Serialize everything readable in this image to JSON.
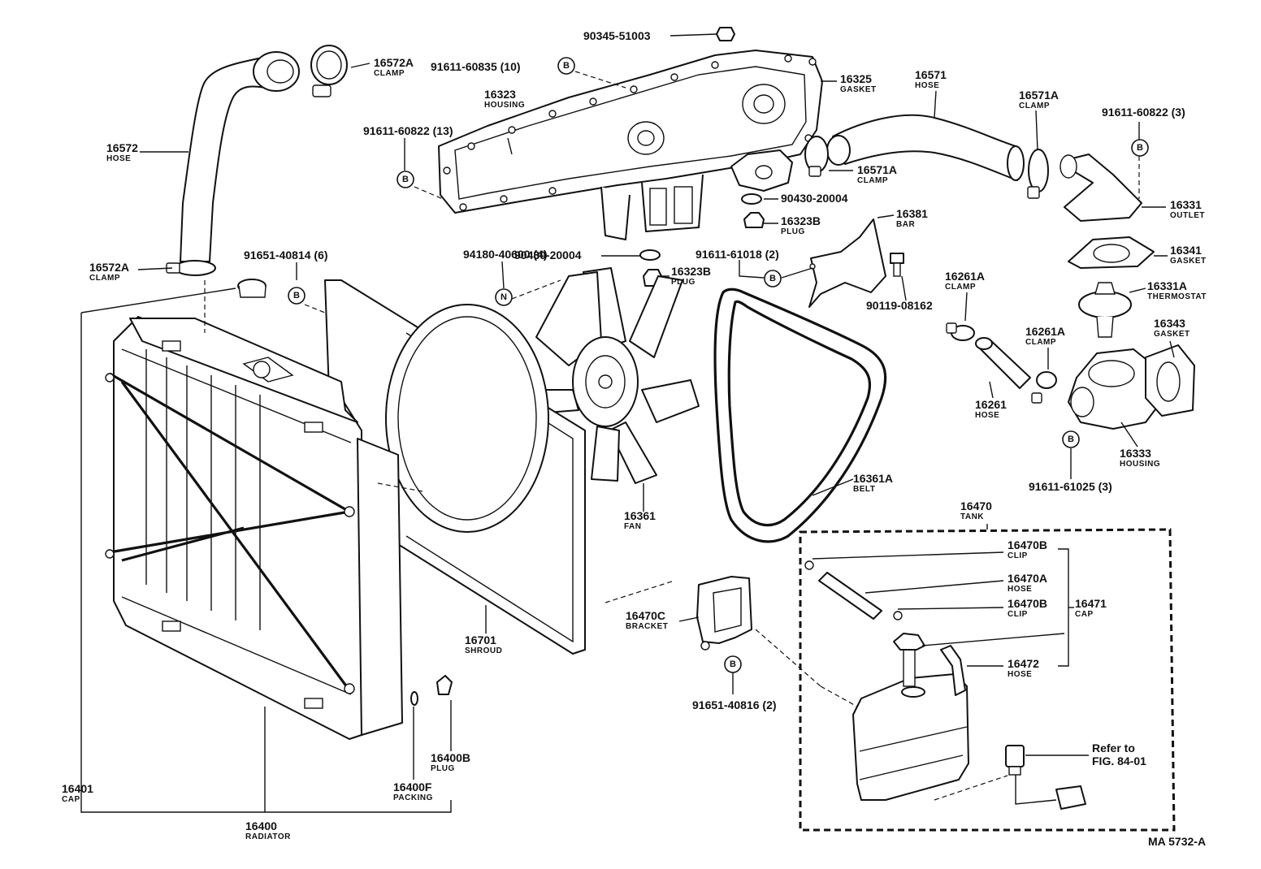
{
  "diagram": {
    "figure_code": "MA 5732-A",
    "reference_note": {
      "line1": "Refer to",
      "line2": "FIG. 84-01"
    },
    "markers": {
      "bolt": "B",
      "nut": "N"
    },
    "callouts": [
      {
        "id": "c_90345",
        "number": "90345-51003",
        "name": ""
      },
      {
        "id": "c_16572A_top",
        "number": "16572A",
        "name": "CLAMP"
      },
      {
        "id": "c_91611_60835",
        "number": "91611-60835 (10)",
        "name": ""
      },
      {
        "id": "c_16325",
        "number": "16325",
        "name": "GASKET"
      },
      {
        "id": "c_16323",
        "number": "16323",
        "name": "HOUSING"
      },
      {
        "id": "c_16571",
        "number": "16571",
        "name": "HOSE"
      },
      {
        "id": "c_16571A_top",
        "number": "16571A",
        "name": "CLAMP"
      },
      {
        "id": "c_91611_60822_3",
        "number": "91611-60822 (3)",
        "name": ""
      },
      {
        "id": "c_16572",
        "number": "16572",
        "name": "HOSE"
      },
      {
        "id": "c_91611_60822_13",
        "number": "91611-60822 (13)",
        "name": ""
      },
      {
        "id": "c_16571A_mid",
        "number": "16571A",
        "name": "CLAMP"
      },
      {
        "id": "c_90430_top",
        "number": "90430-20004",
        "name": ""
      },
      {
        "id": "c_16331",
        "number": "16331",
        "name": "OUTLET"
      },
      {
        "id": "c_16323B_top",
        "number": "16323B",
        "name": "PLUG"
      },
      {
        "id": "c_16381",
        "number": "16381",
        "name": "BAR"
      },
      {
        "id": "c_94180",
        "number": "94180-40600 (4)",
        "name": ""
      },
      {
        "id": "c_16341",
        "number": "16341",
        "name": "GASKET"
      },
      {
        "id": "c_16572A_low",
        "number": "16572A",
        "name": "CLAMP"
      },
      {
        "id": "c_91651_40814",
        "number": "91651-40814 (6)",
        "name": ""
      },
      {
        "id": "c_90430_low",
        "number": "90430-20004",
        "name": ""
      },
      {
        "id": "c_91611_61018",
        "number": "91611-61018 (2)",
        "name": ""
      },
      {
        "id": "c_16323B_low",
        "number": "16323B",
        "name": "PLUG"
      },
      {
        "id": "c_16261A_a",
        "number": "16261A",
        "name": "CLAMP"
      },
      {
        "id": "c_16331A",
        "number": "16331A",
        "name": "THERMOSTAT"
      },
      {
        "id": "c_90119",
        "number": "90119-08162",
        "name": ""
      },
      {
        "id": "c_16343",
        "number": "16343",
        "name": "GASKET"
      },
      {
        "id": "c_16261A_b",
        "number": "16261A",
        "name": "CLAMP"
      },
      {
        "id": "c_16261",
        "number": "16261",
        "name": "HOSE"
      },
      {
        "id": "c_16333",
        "number": "16333",
        "name": "HOUSING"
      },
      {
        "id": "c_91611_61025",
        "number": "91611-61025 (3)",
        "name": ""
      },
      {
        "id": "c_16361A",
        "number": "16361A",
        "name": "BELT"
      },
      {
        "id": "c_16361",
        "number": "16361",
        "name": "FAN"
      },
      {
        "id": "c_16470",
        "number": "16470",
        "name": "TANK"
      },
      {
        "id": "c_16470B_a",
        "number": "16470B",
        "name": "CLIP"
      },
      {
        "id": "c_16470A",
        "number": "16470A",
        "name": "HOSE"
      },
      {
        "id": "c_16470B_b",
        "number": "16470B",
        "name": "CLIP"
      },
      {
        "id": "c_16471",
        "number": "16471",
        "name": "CAP"
      },
      {
        "id": "c_16472",
        "number": "16472",
        "name": "HOSE"
      },
      {
        "id": "c_16470C",
        "number": "16470C",
        "name": "BRACKET"
      },
      {
        "id": "c_16701",
        "number": "16701",
        "name": "SHROUD"
      },
      {
        "id": "c_91651_40816",
        "number": "91651-40816 (2)",
        "name": ""
      },
      {
        "id": "c_16400B",
        "number": "16400B",
        "name": "PLUG"
      },
      {
        "id": "c_16401",
        "number": "16401",
        "name": "CAP"
      },
      {
        "id": "c_16400F",
        "number": "16400F",
        "name": "PACKING"
      },
      {
        "id": "c_16400",
        "number": "16400",
        "name": "RADIATOR"
      }
    ]
  }
}
